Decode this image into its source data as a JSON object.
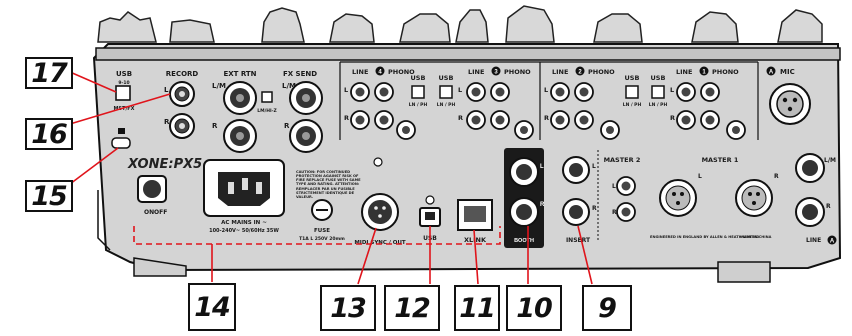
{
  "callouts": [
    {
      "id": "9",
      "label": "9"
    },
    {
      "id": "10",
      "label": "10"
    },
    {
      "id": "11",
      "label": "11"
    },
    {
      "id": "12",
      "label": "12"
    },
    {
      "id": "13",
      "label": "13"
    },
    {
      "id": "14",
      "label": "14"
    },
    {
      "id": "15",
      "label": "15"
    },
    {
      "id": "16",
      "label": "16"
    },
    {
      "id": "17",
      "label": "17"
    }
  ],
  "panel": {
    "brand": "XONE:PX5",
    "usb_top": "USB",
    "usb_top_sub": "9-10",
    "mst_fx": "MST/FX",
    "record": "RECORD",
    "ext_rtn": "EXT RTN",
    "fx_send": "FX SEND",
    "lm": "L/M",
    "l": "L",
    "r": "R",
    "lm_hiz": "LM/HI-Z",
    "line": "LINE",
    "phono": "PHONO",
    "usb": "USB",
    "ln_ph": "LN / PH",
    "mic": "MIC",
    "master2": "MASTER 2",
    "master1": "MASTER 1",
    "booth": "BOOTH",
    "insert": "INSERT",
    "caution": "CAUTION: FOR CONTINUED PROTECTION AGAINST RISK OF FIRE REPLACE FUSE WITH SAME TYPE AND RATING. ATTENTION: REMPLACER PAR UN FUSIBLE STRICTEMENT IDENTIQUE DE VALEUR.",
    "ac_mains": "AC MAINS IN ~",
    "ac_rating": "100-240V~ 50/60Hz 35W",
    "on": "ON",
    "off": "OFF",
    "fuse": "FUSE",
    "fuse_rating": "T1A L 250V 20mm",
    "midi": "MIDI SYNC / OUT",
    "xlink": "XLINK",
    "engineered": "ENGINEERED IN ENGLAND BY ALLEN & HEATH LIMITED",
    "made_in": "MADE IN CHINA",
    "ch_a": "A",
    "ch_1": "1",
    "ch_2": "2",
    "ch_3": "3",
    "ch_4": "4"
  },
  "colors": {
    "panel": "#cfcfcf",
    "line": "#111111",
    "callout_arrow": "#e0141b",
    "jack": "#2a2a2a"
  }
}
